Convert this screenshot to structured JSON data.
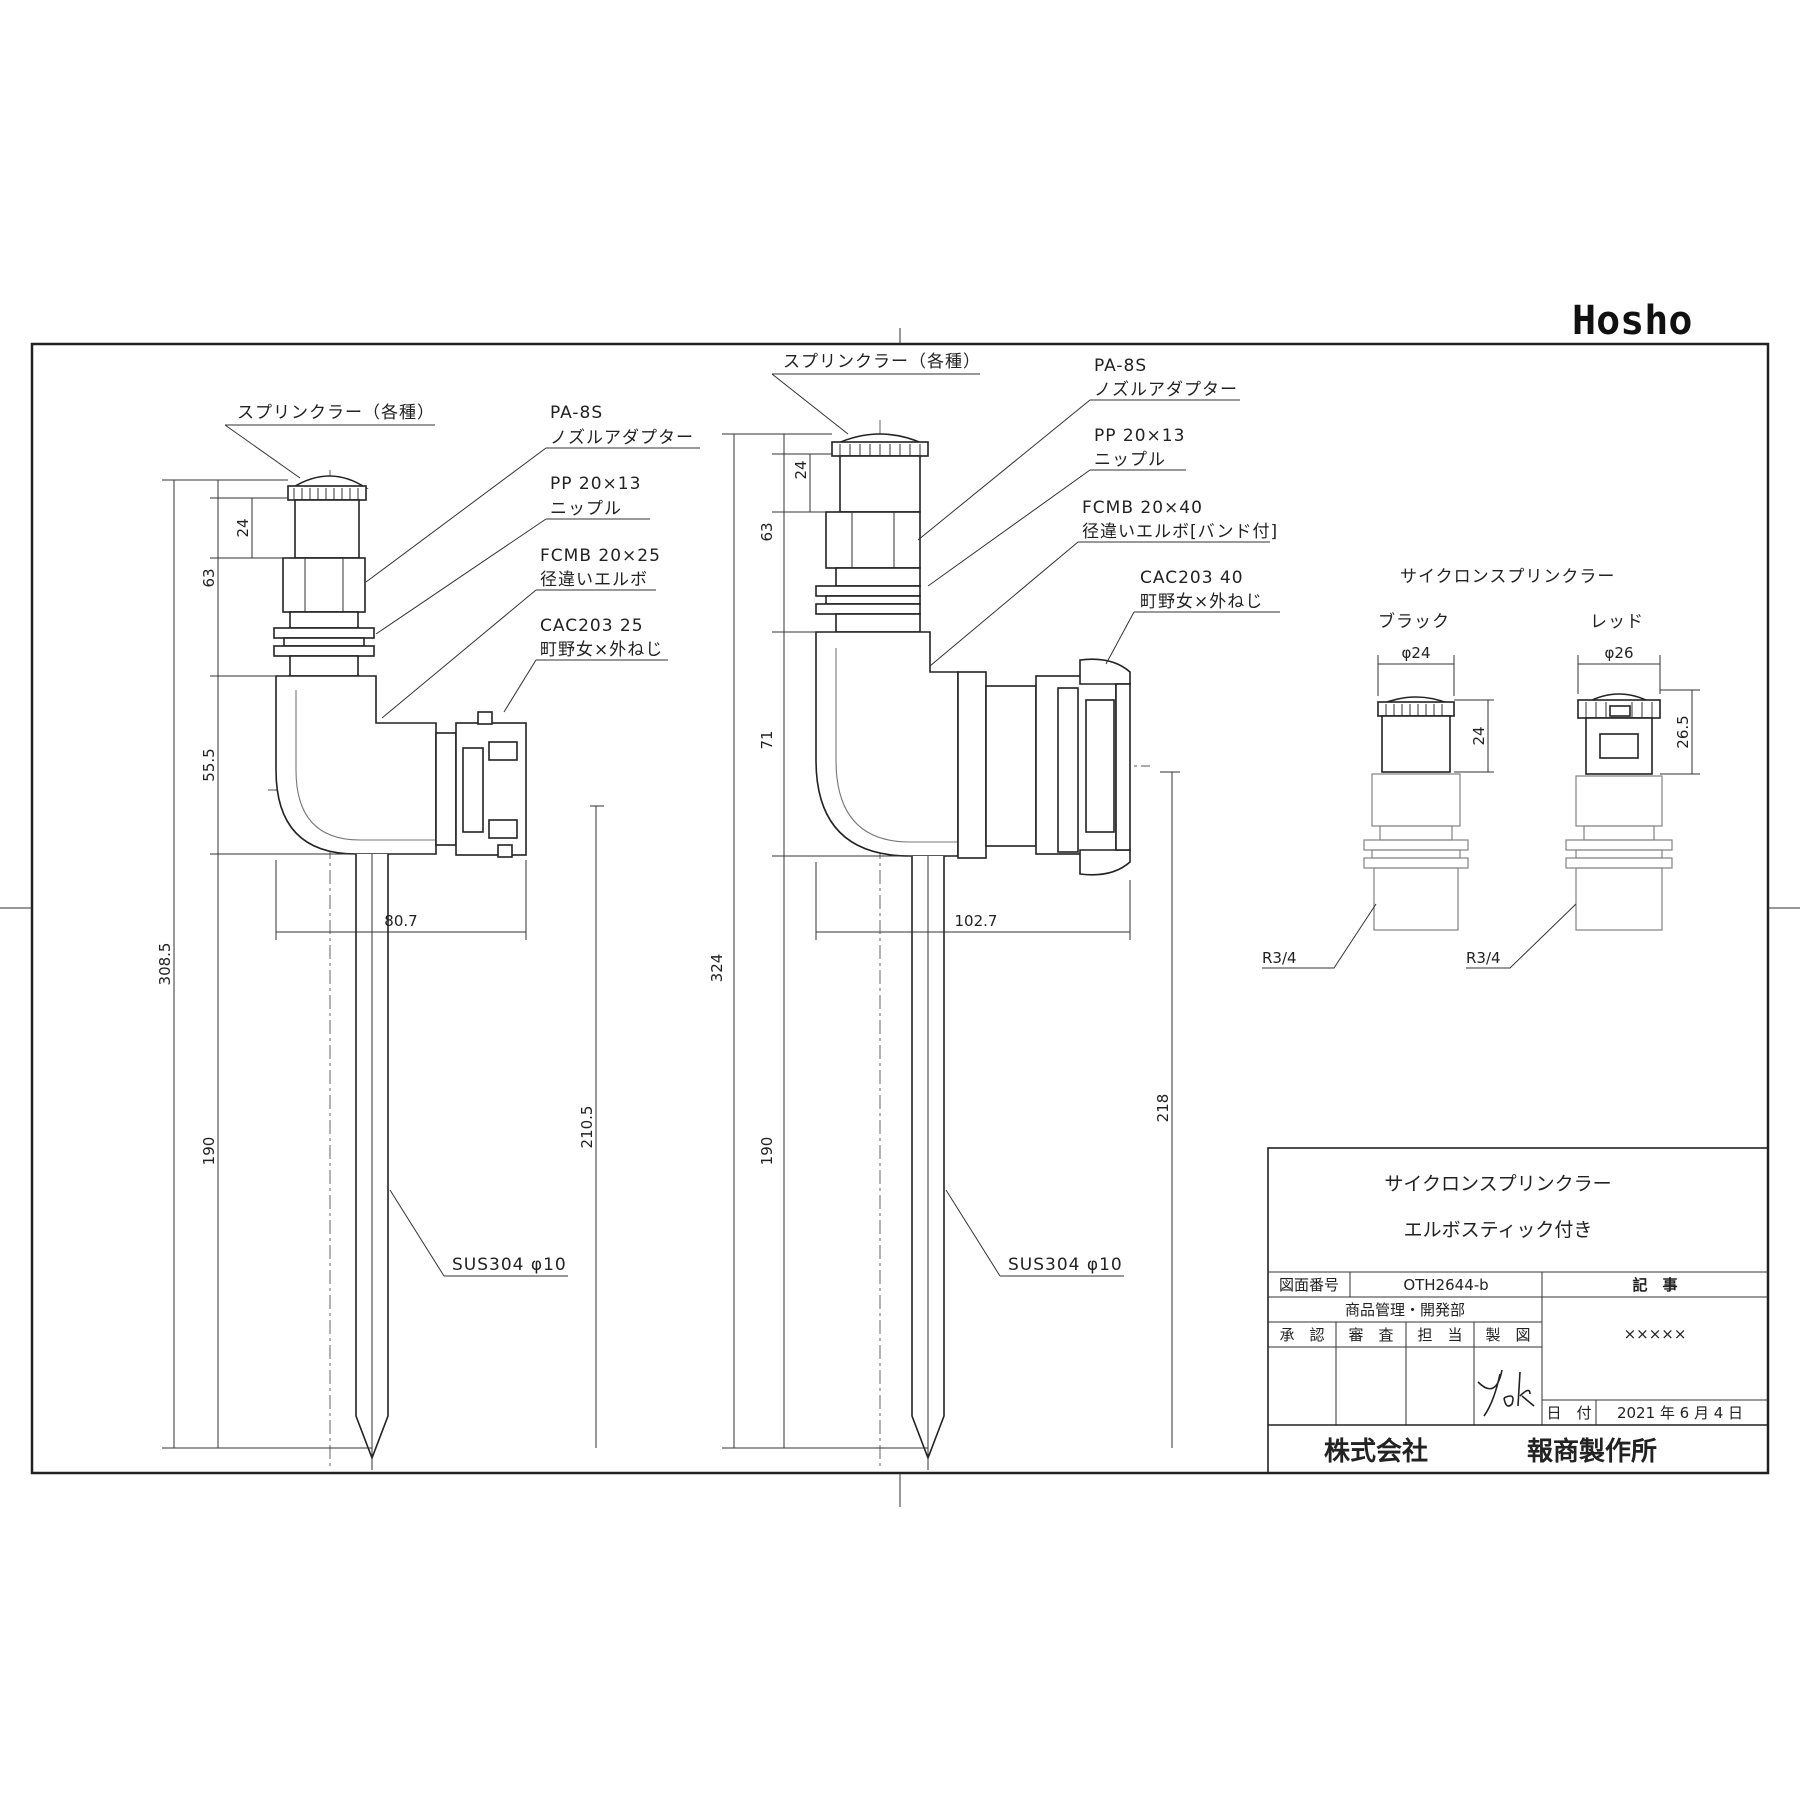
{
  "logo": "Hosho",
  "left_assembly": {
    "callouts": {
      "sprinkler": "スプリンクラー（各種）",
      "adapter_code": "PA-8S",
      "adapter_name": "ノズルアダプター",
      "nipple_code": "PP 20×13",
      "nipple_name": "ニップル",
      "elbow_code": "FCMB 20×25",
      "elbow_name": "径違いエルボ",
      "coupler_code": "CAC203 25",
      "coupler_name": "町野女×外ねじ",
      "stake": "SUS304 φ10"
    },
    "dims": {
      "d24": "24",
      "d63": "63",
      "d55_5": "55.5",
      "d80_7": "80.7",
      "d308_5": "308.5",
      "d190": "190",
      "d210_5": "210.5"
    }
  },
  "right_assembly": {
    "callouts": {
      "sprinkler": "スプリンクラー（各種）",
      "adapter_code": "PA-8S",
      "adapter_name": "ノズルアダプター",
      "nipple_code": "PP 20×13",
      "nipple_name": "ニップル",
      "elbow_code": "FCMB 20×40",
      "elbow_name": "径違いエルボ[バンド付]",
      "coupler_code": "CAC203 40",
      "coupler_name": "町野女×外ねじ",
      "stake": "SUS304 φ10"
    },
    "dims": {
      "d24": "24",
      "d63": "63",
      "d71": "71",
      "d102_7": "102.7",
      "d324": "324",
      "d190": "190",
      "d218": "218"
    }
  },
  "variants": {
    "heading": "サイクロンスプリンクラー",
    "black": {
      "name": "ブラック",
      "diameter": "φ24",
      "height": "24",
      "thread": "R3/4"
    },
    "red": {
      "name": "レッド",
      "diameter": "φ26",
      "height": "26.5",
      "thread": "R3/4"
    }
  },
  "title_block": {
    "title_line1": "サイクロンスプリンクラー",
    "title_line2": "エルボスティック付き",
    "drawing_number_label": "図面番号",
    "drawing_number": "OTH2644-b",
    "department": "商品管理・開発部",
    "roles": [
      "承　認",
      "審　査",
      "担　当",
      "製　図"
    ],
    "notes_label": "記　事",
    "notes_value": "×××××",
    "date_label": "日　付",
    "date_value": "2021 年 6 月 4 日",
    "company_prefix": "株式会社",
    "company_name": "報商製作所"
  }
}
